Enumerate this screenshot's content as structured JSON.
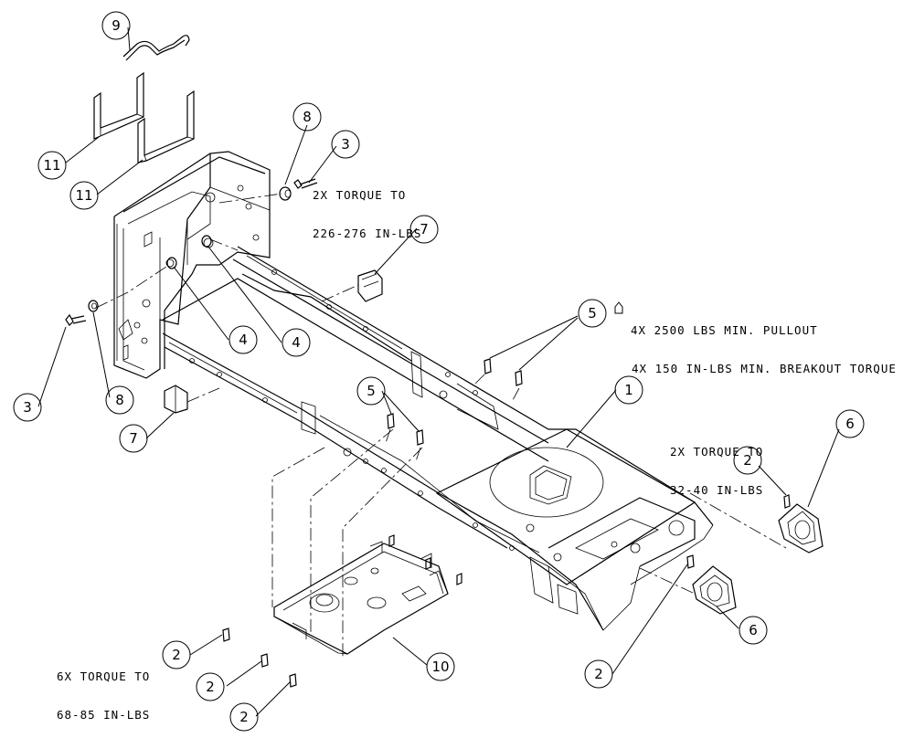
{
  "notes": {
    "torque_226": [
      "2X TORQUE TO",
      "226-276 IN-LBS"
    ],
    "pullout": [
      "4X 2500 LBS MIN. PULLOUT",
      "4X 150 IN-LBS MIN. BREAKOUT TORQUE"
    ],
    "torque_32": [
      "2X TORQUE TO",
      "32-40 IN-LBS"
    ],
    "torque_68": [
      "6X TORQUE TO",
      "68-85 IN-LBS"
    ]
  },
  "balloons": [
    {
      "id": "b9a",
      "label": "9"
    },
    {
      "id": "b11a",
      "label": "11"
    },
    {
      "id": "b11b",
      "label": "11"
    },
    {
      "id": "b8a",
      "label": "8"
    },
    {
      "id": "b3a",
      "label": "3"
    },
    {
      "id": "b7a",
      "label": "7"
    },
    {
      "id": "b5a",
      "label": "5"
    },
    {
      "id": "b4a",
      "label": "4"
    },
    {
      "id": "b4b",
      "label": "4"
    },
    {
      "id": "b3b",
      "label": "3"
    },
    {
      "id": "b8b",
      "label": "8"
    },
    {
      "id": "b7b",
      "label": "7"
    },
    {
      "id": "b5b",
      "label": "5"
    },
    {
      "id": "b1",
      "label": "1"
    },
    {
      "id": "b6a",
      "label": "6"
    },
    {
      "id": "b2a",
      "label": "2"
    },
    {
      "id": "b2b",
      "label": "2"
    },
    {
      "id": "b10",
      "label": "10"
    },
    {
      "id": "b2c",
      "label": "2"
    },
    {
      "id": "b2d",
      "label": "2"
    },
    {
      "id": "b6b",
      "label": "6"
    },
    {
      "id": "b2e",
      "label": "2"
    }
  ]
}
